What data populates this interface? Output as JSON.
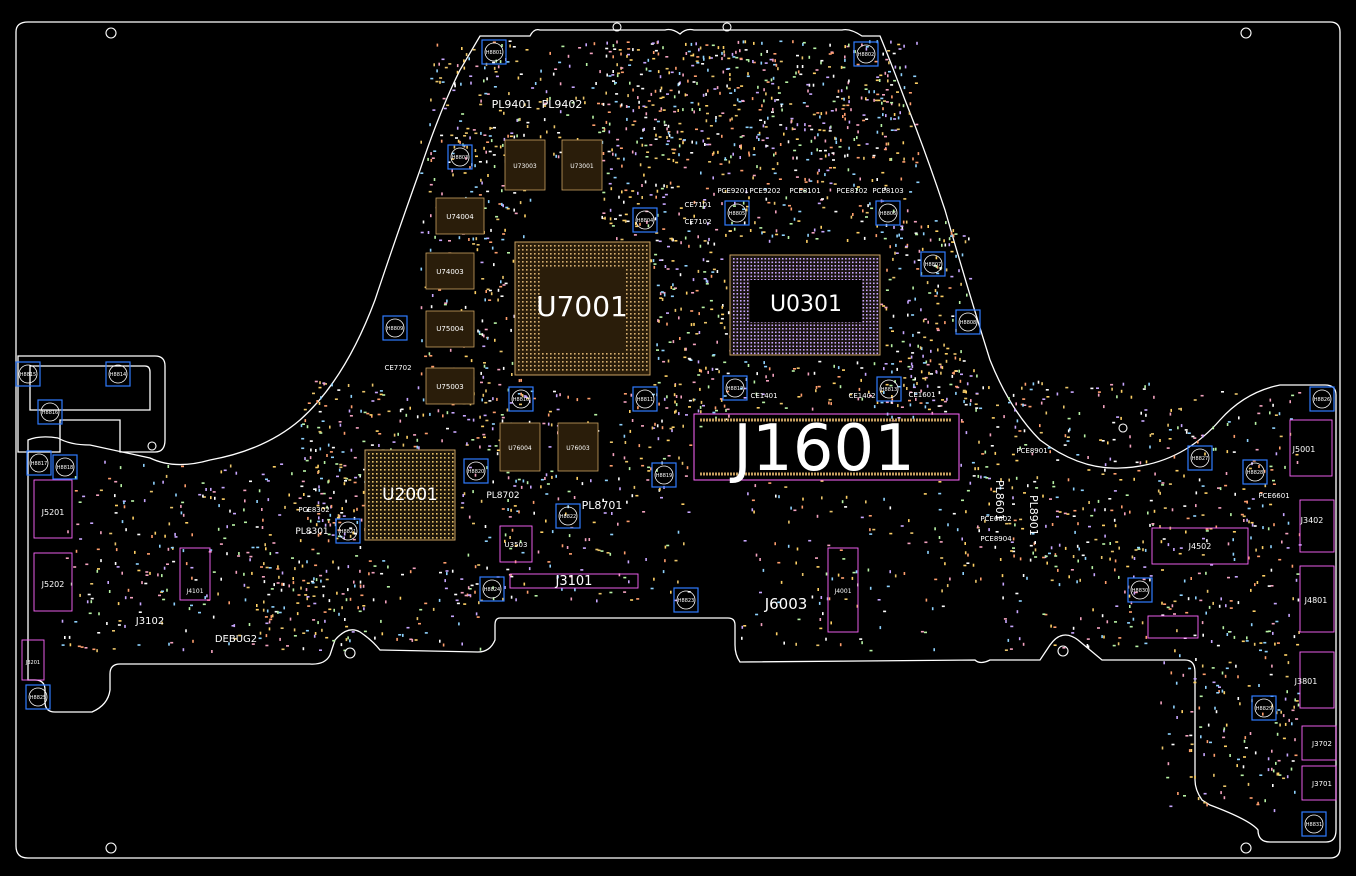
{
  "board": {
    "outline_color": "#ffffff",
    "background": "#000000",
    "pad_colors": [
      "#e9c46a",
      "#f4a3c0",
      "#8fd3ff",
      "#b9f3a6",
      "#ffd166",
      "#c9a7ff",
      "#ff9f6e",
      "#ffffff"
    ],
    "footprint_color": "#ff66ff",
    "mounting_hole_color": "#2f7bff"
  },
  "labels": {
    "j1601": "J1601",
    "u7001": "U7001",
    "u0301": "U0301",
    "u2001": "U2001",
    "j3101": "J3101",
    "j6003": "J6003",
    "j3102": "J3102",
    "debug2": "DEBUG2",
    "pl9401": "PL9401",
    "pl9402": "PL9402",
    "pl8702": "PL8702",
    "pl8701": "PL8701",
    "pl8301": "PL8301",
    "u3503": "U3503",
    "j4001": "J4001",
    "j4101": "J4101",
    "j4502": "J4502",
    "j3402": "J3402",
    "j4801": "J4801",
    "j3801": "J3801",
    "j3702": "J3702",
    "j3701": "J3701",
    "j5001": "J5001",
    "j5201": "J5201",
    "j5202": "J5202",
    "j3201": "J3201",
    "u74004": "U74004",
    "u74003": "U74003",
    "u75004": "U75004",
    "u75003": "U75003",
    "u73003": "U73003",
    "u73001": "U73001",
    "u76004": "U76004",
    "u76003": "U76003",
    "pce9201": "PCE9201",
    "pce9202": "PCE9202",
    "pce8101": "PCE8101",
    "pce8102": "PCE8102",
    "pce8103": "PCE8103",
    "ce7101": "CE7101",
    "ce7102": "CE7102",
    "ce7702": "CE7702",
    "ce1401": "CE1401",
    "ce1402": "CE1402",
    "ce1601": "CE1601",
    "pce8302": "PCE8302",
    "pce8901": "PCE8901",
    "pce6602": "PCE6602",
    "pce8904": "PCE8904",
    "pce6601": "PCE6601",
    "pl8601": "PL8601",
    "pl8901": "PL8901"
  },
  "mounting_holes": [
    "H8801",
    "H8802",
    "H8803",
    "H8804",
    "H8805",
    "H8806",
    "H8807",
    "H8808",
    "H8809",
    "H8810",
    "H8811",
    "H8812",
    "H8813",
    "H8814",
    "H8815",
    "H8816",
    "H8817",
    "H8818",
    "H8819",
    "H8820",
    "H8821",
    "H8822",
    "H8823",
    "H8824",
    "H8825",
    "H8826",
    "H8827",
    "H8828",
    "H8829",
    "H8830",
    "H8831"
  ]
}
